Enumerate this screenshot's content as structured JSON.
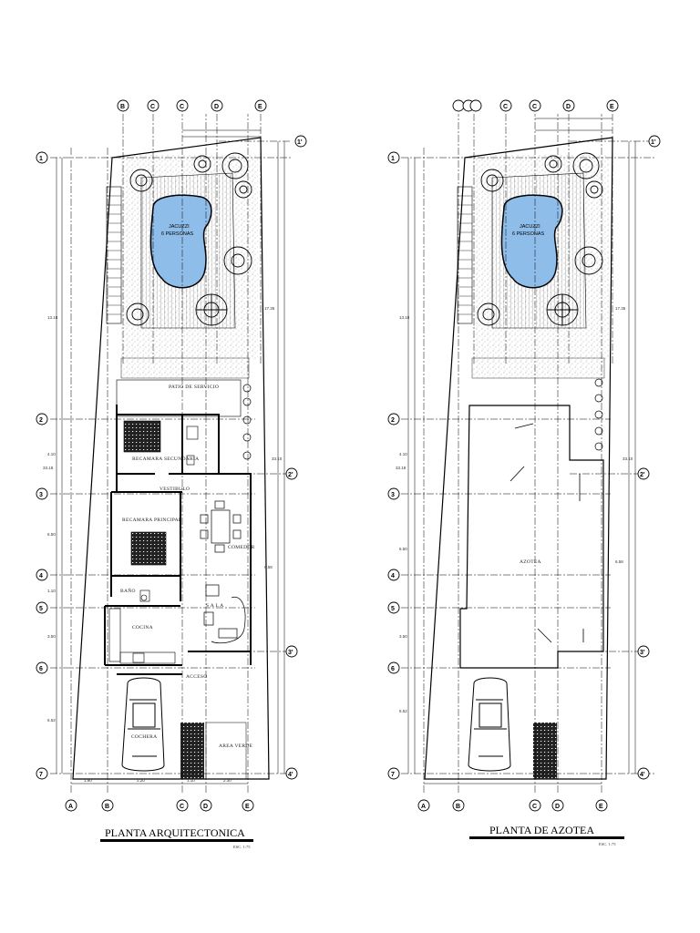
{
  "plans": [
    {
      "title": "PLANTA ARQUITECTONICA",
      "scale": "ESC. 1:75",
      "rooms": {
        "patio": "PATIO DE SERVICIO",
        "recamara_sec": "RECAMARA SECUNDARIA",
        "vestibulo": "VESTIBULO",
        "recamara_pri": "RECAMARA PRINCIPAL",
        "comedor": "COMEDOR",
        "bano": "BAÑO",
        "sala": "S A L A",
        "cocina": "COCINA",
        "acceso": "ACCESO",
        "cochera": "COCHERA",
        "area_verde": "AREA VERDE"
      },
      "pool": {
        "line1": "JACUZZI",
        "line2": "6 PERSONAS"
      }
    },
    {
      "title": "PLANTA DE AZOTEA",
      "scale": "ESC. 1:75",
      "rooms": {
        "azotea": "AZOTEA"
      },
      "pool": {
        "line1": "JACUZZI",
        "line2": "6 PERSONAS"
      }
    }
  ],
  "axes": {
    "cols_left": [
      "A",
      "B",
      "C",
      "D",
      "E"
    ],
    "cols_top": [
      "B",
      "C",
      "C",
      "D",
      "E"
    ],
    "rows_left": [
      "1",
      "2",
      "3",
      "4",
      "5",
      "6",
      "7"
    ],
    "rows_right": [
      "1'",
      "2'",
      "3'",
      "4'"
    ]
  },
  "dims": {
    "total_length": "33.18",
    "d1": "13.18",
    "d2": "4.10",
    "d3": "6.50",
    "d4": "1.10",
    "d5": "3.50",
    "d6": "6.52",
    "bottom": [
      "1.90",
      "2.20",
      "1.10",
      "2.30"
    ],
    "right": [
      "17.35",
      "33.10",
      "6.58"
    ]
  }
}
